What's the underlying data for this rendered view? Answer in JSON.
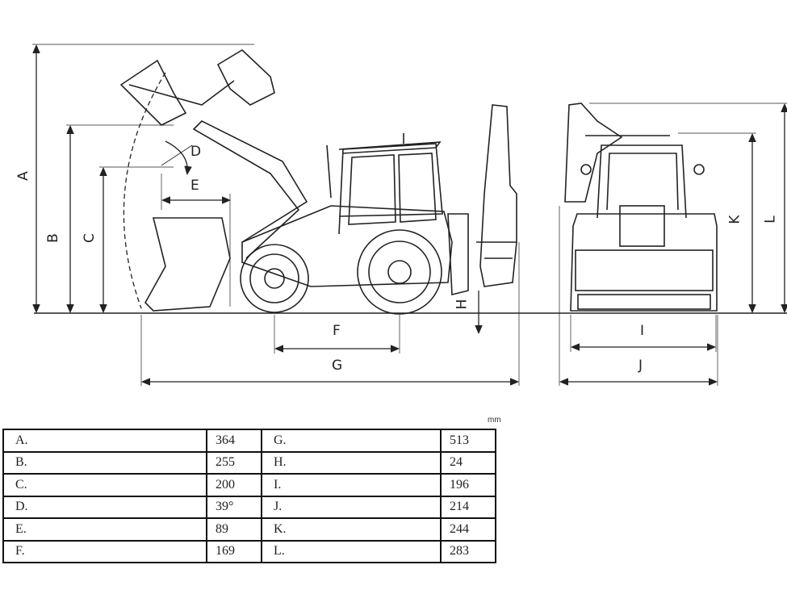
{
  "dimension_labels": [
    "A",
    "B",
    "C",
    "D",
    "E",
    "F",
    "G",
    "H",
    "I",
    "J",
    "K",
    "L"
  ],
  "unit": "mm",
  "table": {
    "rows": [
      {
        "left_key": "A.",
        "left_value": "364",
        "right_key": "G.",
        "right_value": "513"
      },
      {
        "left_key": "B.",
        "left_value": "255",
        "right_key": "H.",
        "right_value": "24"
      },
      {
        "left_key": "C.",
        "left_value": "200",
        "right_key": "I.",
        "right_value": "196"
      },
      {
        "left_key": "D.",
        "left_value": "39°",
        "right_key": "J.",
        "right_value": "214"
      },
      {
        "left_key": "E.",
        "left_value": "89",
        "right_key": "K.",
        "right_value": "244"
      },
      {
        "left_key": "F.",
        "left_value": "169",
        "right_key": "L.",
        "right_value": "283"
      }
    ]
  }
}
